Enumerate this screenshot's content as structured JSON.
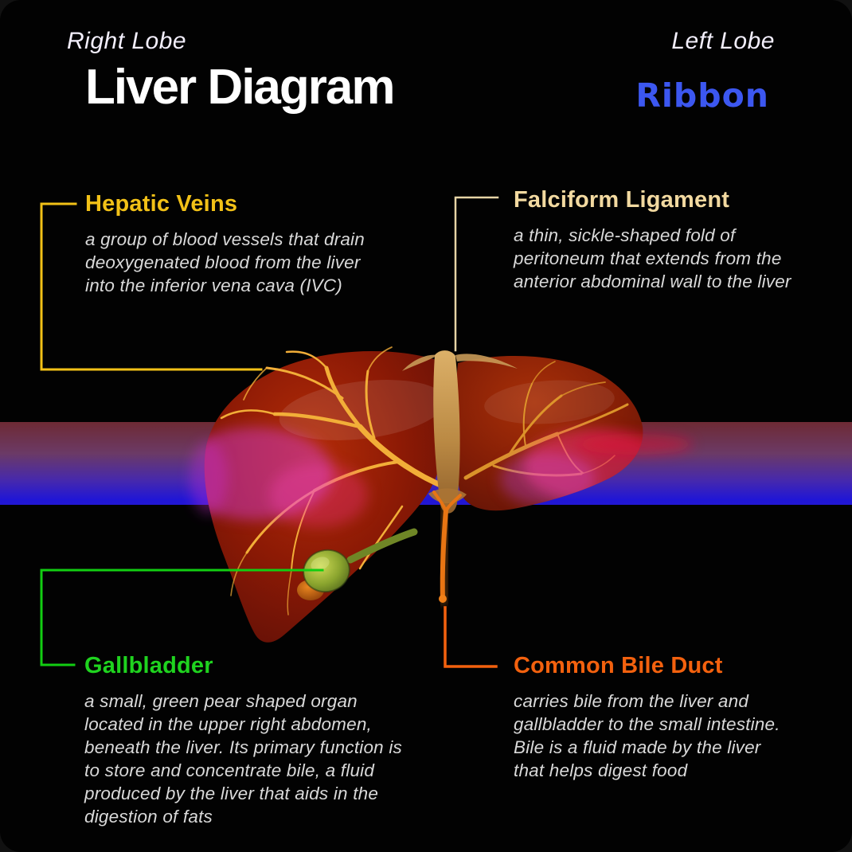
{
  "header": {
    "title": "Liver Diagram",
    "brand": "Ribbon"
  },
  "band": {
    "right_lobe": "Right Lobe",
    "left_lobe": "Left Lobe"
  },
  "annotations": {
    "hepatic_veins": {
      "title": "Hepatic Veins",
      "description": "a group of blood vessels that drain deoxygenated blood from the liver into the inferior vena cava (IVC)"
    },
    "falciform_ligament": {
      "title": "Falciform Ligament",
      "description": "a thin, sickle-shaped fold of peritoneum that extends from the anterior abdominal wall to the liver"
    },
    "gallbladder": {
      "title": "Gallbladder",
      "description": "a small, green pear shaped organ located in the upper right abdomen, beneath the liver. Its primary function is to store and concentrate bile, a fluid produced by the liver that aids in the digestion of fats"
    },
    "common_bile_duct": {
      "title": "Common Bile Duct",
      "description": "carries bile from the liver and gallbladder to the small intestine. Bile is a fluid made by the liver that helps digest food"
    }
  },
  "colors": {
    "hepatic": "#f2c117",
    "falciform": "#f2d9a0",
    "falciform-line": "#e6d4a6",
    "gall-green": "#1fd31f",
    "gall-line": "#12cd12",
    "bile-orange": "#f3610e",
    "brand-blue": "#3c57f0",
    "band-top": "#6e2a34",
    "band-bottom": "#2016d6"
  }
}
